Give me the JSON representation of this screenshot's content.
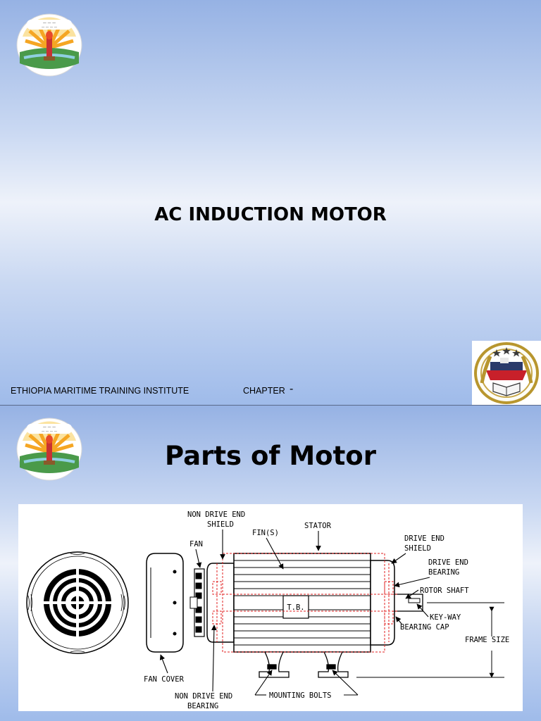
{
  "slide1": {
    "title": "AC INDUCTION MOTOR",
    "footer_left": "ETHIOPIA MARITIME TRAINING INSTITUTE",
    "footer_chapter": "CHAPTER",
    "footer_dash": "-"
  },
  "slide2": {
    "title": "Parts of Motor",
    "diagram": {
      "labels": {
        "ndes_line1": "NON DRIVE END",
        "ndes_line2": "SHIELD",
        "fan": "FAN",
        "fins": "FIN(S)",
        "stator": "STATOR",
        "des_line1": "DRIVE END",
        "des_line2": "SHIELD",
        "deb_line1": "DRIVE END",
        "deb_line2": "BEARING",
        "rotor_shaft": "ROTOR SHAFT",
        "keyway": "KEY-WAY",
        "bearing_cap": "BEARING CAP",
        "frame_size": "FRAME SIZE",
        "tb": "T.B.",
        "fan_cover": "FAN COVER",
        "ndeb_line1": "NON DRIVE END",
        "ndeb_line2": "BEARING",
        "mounting_bolts": "MOUNTING BOLTS"
      }
    }
  },
  "colors": {
    "hidden_lines": "#e02020",
    "seal_orange": "#f5a623",
    "seal_green": "#3a8a3a",
    "badge_gold": "#b8962e",
    "badge_red": "#c8202a"
  },
  "icons": {
    "university_seal": "university-seal-icon",
    "institute_badge": "institute-badge-icon"
  }
}
